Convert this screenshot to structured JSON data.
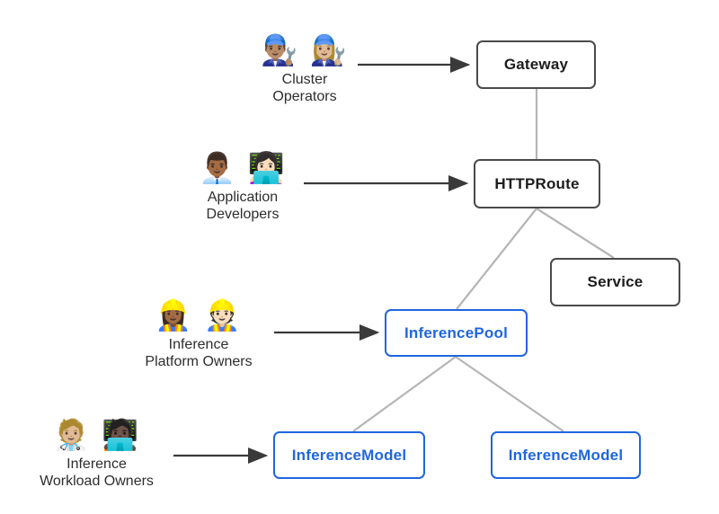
{
  "diagram": {
    "personas": [
      {
        "id": "cluster-operators",
        "emojis": "👨🏽‍🔧 👩🏼‍🔧",
        "emoji_names": "man-mechanic-icon woman-mechanic-icon",
        "label_line1": "Cluster",
        "label_line2": "Operators"
      },
      {
        "id": "application-developers",
        "emojis": "👨🏾‍💼 👩🏻‍💻",
        "emoji_names": "man-office-worker-icon woman-technologist-icon",
        "label_line1": "Application",
        "label_line2": "Developers"
      },
      {
        "id": "inference-platform-owners",
        "emojis": "👷🏾‍♀️ 👷🏻",
        "emoji_names": "woman-construction-worker-icon man-construction-worker-icon",
        "label_line1": "Inference",
        "label_line2": "Platform Owners"
      },
      {
        "id": "inference-workload-owners",
        "emojis": "🧑🏼‍⚕️ 🧑🏿‍💻",
        "emoji_names": "health-worker-icon technologist-icon",
        "label_line1": "Inference",
        "label_line2": "Workload Owners"
      }
    ],
    "nodes": [
      {
        "id": "gateway",
        "label": "Gateway",
        "type": "core"
      },
      {
        "id": "httproute",
        "label": "HTTPRoute",
        "type": "core"
      },
      {
        "id": "service",
        "label": "Service",
        "type": "core"
      },
      {
        "id": "inferencepool",
        "label": "InferencePool",
        "type": "extension"
      },
      {
        "id": "inferencemodel-1",
        "label": "InferenceModel",
        "type": "extension"
      },
      {
        "id": "inferencemodel-2",
        "label": "InferenceModel",
        "type": "extension"
      }
    ],
    "colors": {
      "core_border": "#4a4a4a",
      "core_text": "#1c1c1c",
      "extension_accent": "#1f66e0",
      "connector": "#b5b5b5",
      "arrow": "#3a3a3a"
    }
  }
}
